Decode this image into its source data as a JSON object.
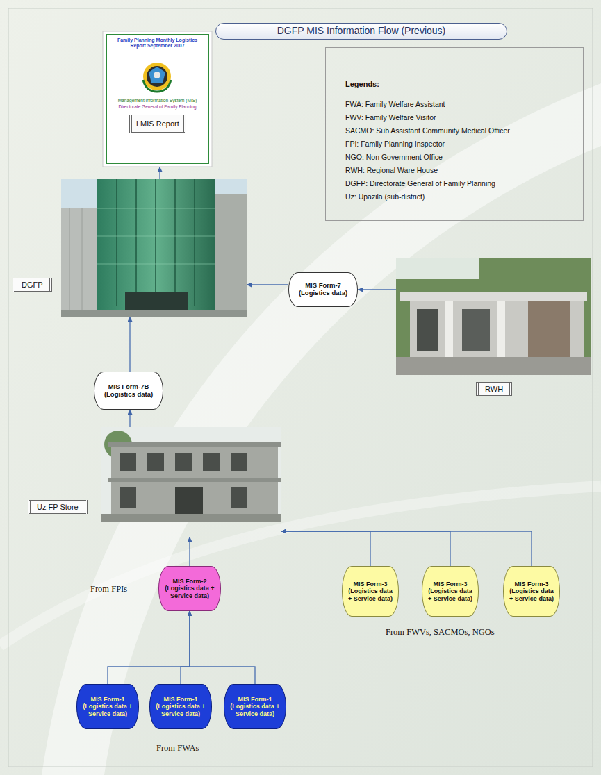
{
  "diagram": {
    "title": "DGFP MIS Information Flow (Previous)",
    "nodes": [
      {
        "text": [
          "Family Planning Monthly Logistics Report September 2007",
          "Management Information System (MIS)",
          "Directorate General of Family Planning",
          "LMIS Report"
        ]
      },
      {
        "text": [
          "Legends:",
          "FWA: Family Welfare Assistant",
          "FWV: Family Welfare Visitor",
          "SACMO: Sub Assistant Community Medical Officer",
          "FPI: Family Planning Inspector",
          "NGO: Non Government Office",
          "RWH: Regional Ware House",
          "DGFP: Directorate General of Family Planning",
          "Uz: Upazila (sub-district)"
        ]
      },
      {
        "text": [
          "DGFP"
        ]
      },
      {
        "text": [
          "MIS Form-7 (Logistics data)"
        ]
      },
      {
        "text": [
          "RWH"
        ]
      },
      {
        "text": [
          "MIS Form-7B (Logistics data)"
        ]
      },
      {
        "text": [
          "Uz FP Store"
        ]
      },
      {
        "text": [
          "MIS Form-2 (Logistics data + Service data)"
        ]
      },
      {
        "text": [
          "MIS Form-3 (Logistics data + Service data)"
        ]
      },
      {
        "text": [
          "MIS Form-3 (Logistics data + Service data)"
        ]
      },
      {
        "text": [
          "MIS Form-3 (Logistics data + Service data)"
        ]
      },
      {
        "text": [
          "MIS Form-1 (Logistics data + Service data)"
        ]
      },
      {
        "text": [
          "MIS Form-1 (Logistics data + Service data)"
        ]
      },
      {
        "text": [
          "MIS Form-1 (Logistics data + Service data)"
        ]
      }
    ],
    "edges": [
      {
        "from": 2,
        "to": 0,
        "arrow": "to"
      },
      {
        "from": 4,
        "to": 3,
        "arrow": "to"
      },
      {
        "from": 3,
        "to": 2,
        "arrow": "to"
      },
      {
        "from": 6,
        "to": 5,
        "arrow": "to"
      },
      {
        "from": 5,
        "to": 2,
        "arrow": "to"
      },
      {
        "from": 7,
        "to": 6,
        "arrow": "to"
      },
      {
        "from": 8,
        "to": 6,
        "arrow": "to"
      },
      {
        "from": 9,
        "to": 6,
        "arrow": "to"
      },
      {
        "from": 10,
        "to": 6,
        "arrow": "to"
      },
      {
        "from": 11,
        "to": 7,
        "arrow": "to"
      },
      {
        "from": 12,
        "to": 7,
        "arrow": "to"
      },
      {
        "from": 13,
        "to": 7,
        "arrow": "to"
      }
    ],
    "labels": [
      "From FPIs",
      "From FWVs, SACMOs, NGOs",
      "From FWAs"
    ]
  }
}
